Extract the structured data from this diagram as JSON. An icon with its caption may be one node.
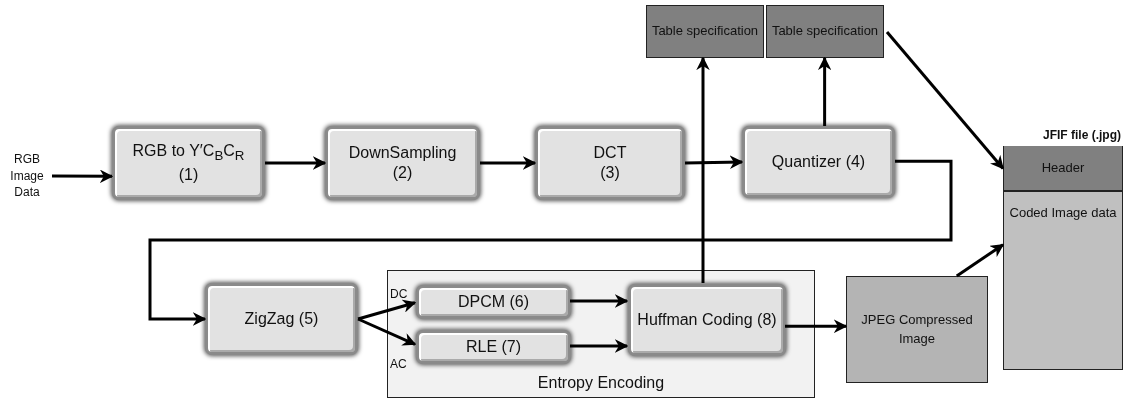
{
  "diagram": {
    "nodes": [
      {
        "text": [
          "RGB Image Data"
        ]
      },
      {
        "text": [
          "RGB to Y′C$_{B}$C$_{R}$",
          "(1)"
        ]
      },
      {
        "text": [
          "DownSampling",
          "(2)"
        ]
      },
      {
        "text": [
          "DCT",
          "(3)"
        ]
      },
      {
        "text": [
          "Quantizer (4)"
        ]
      },
      {
        "text": [
          "Table specification"
        ]
      },
      {
        "text": [
          "Table specification"
        ]
      },
      {
        "text": [
          "JFIF file (.jpg)"
        ]
      },
      {
        "text": [
          "Header"
        ],
        "in": 7
      },
      {
        "text": [
          "Coded Image data"
        ],
        "in": 7
      },
      {
        "text": [
          "Entropy Encoding"
        ]
      },
      {
        "text": [
          "ZigZag (5)"
        ]
      },
      {
        "text": [
          "DPCM (6)"
        ],
        "in": 10
      },
      {
        "text": [
          "RLE (7)"
        ],
        "in": 10
      },
      {
        "text": [
          "Huffman Coding (8)"
        ],
        "in": 10
      },
      {
        "text": [
          "JPEG Compressed Image"
        ]
      }
    ],
    "edges": [
      {
        "from": 0,
        "to": 1,
        "arrow": "to"
      },
      {
        "from": 1,
        "to": 2,
        "arrow": "to"
      },
      {
        "from": 2,
        "to": 3,
        "arrow": "to"
      },
      {
        "from": 3,
        "to": 4,
        "arrow": "to"
      },
      {
        "from": 4,
        "to": 6,
        "arrow": "to"
      },
      {
        "from": 4,
        "to": 11,
        "arrow": "to"
      },
      {
        "from": 11,
        "to": 12,
        "arrow": "to"
      },
      {
        "from": 11,
        "to": 13,
        "arrow": "to"
      },
      {
        "from": 12,
        "to": 14,
        "arrow": "to"
      },
      {
        "from": 13,
        "to": 14,
        "arrow": "to"
      },
      {
        "from": 14,
        "to": 5,
        "arrow": "to"
      },
      {
        "from": 14,
        "to": 15,
        "arrow": "to"
      },
      {
        "from": 6,
        "to": 8,
        "arrow": "to"
      },
      {
        "from": 15,
        "to": 9,
        "arrow": "to"
      }
    ],
    "labels": [
      "DC",
      "AC"
    ]
  }
}
